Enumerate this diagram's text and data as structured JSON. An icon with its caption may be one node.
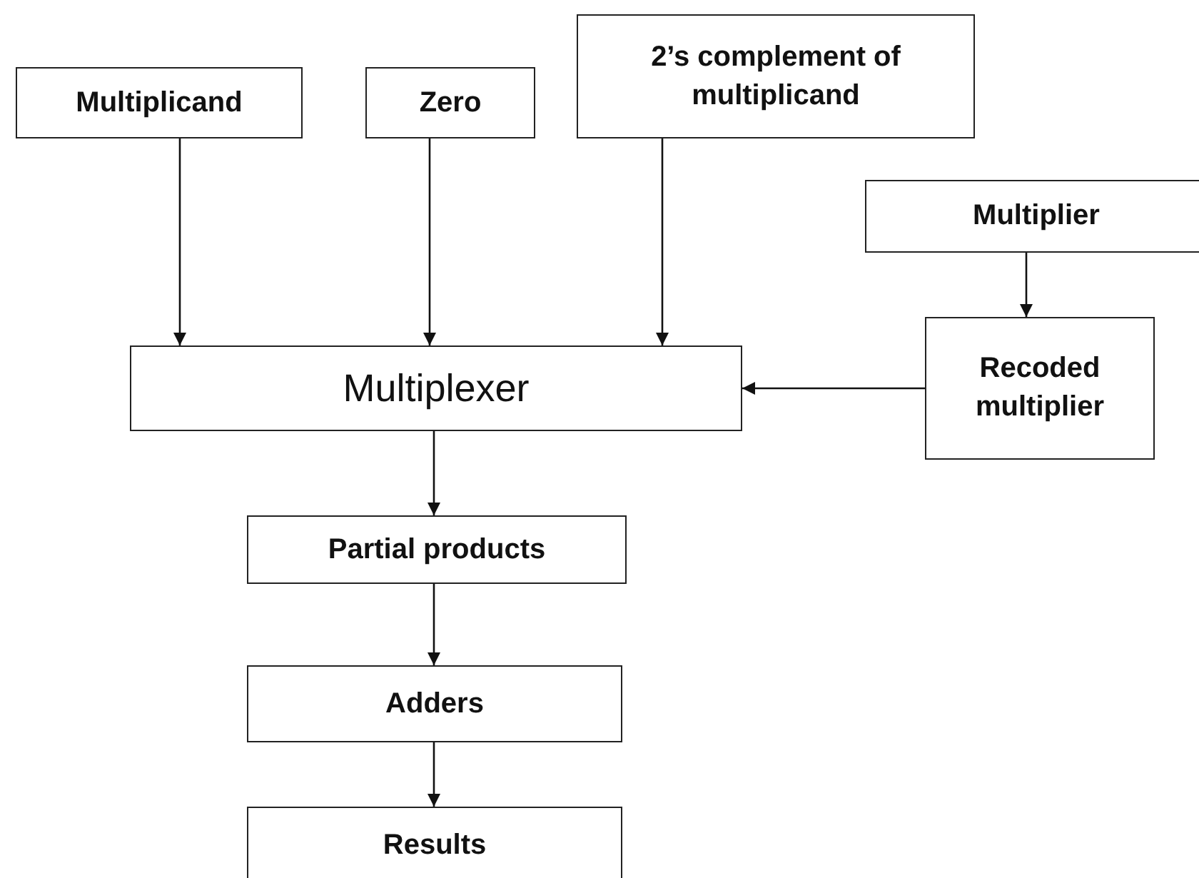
{
  "diagram": {
    "nodes": [
      {
        "text": [
          "Multiplicand"
        ]
      },
      {
        "text": [
          "Zero"
        ]
      },
      {
        "text": [
          "2’s complement of multiplicand"
        ]
      },
      {
        "text": [
          "Multiplier"
        ]
      },
      {
        "text": [
          "Recoded multiplier"
        ]
      },
      {
        "text": [
          "Multiplexer"
        ]
      },
      {
        "text": [
          "Partial products"
        ]
      },
      {
        "text": [
          "Adders"
        ]
      },
      {
        "text": [
          "Results"
        ]
      }
    ],
    "edges": [
      {
        "from": 0,
        "to": 5,
        "arrow": "to"
      },
      {
        "from": 1,
        "to": 5,
        "arrow": "to"
      },
      {
        "from": 2,
        "to": 5,
        "arrow": "to"
      },
      {
        "from": 3,
        "to": 4,
        "arrow": "to"
      },
      {
        "from": 4,
        "to": 5,
        "arrow": "to"
      },
      {
        "from": 5,
        "to": 6,
        "arrow": "to"
      },
      {
        "from": 6,
        "to": 7,
        "arrow": "to"
      },
      {
        "from": 7,
        "to": 8,
        "arrow": "to"
      }
    ]
  }
}
